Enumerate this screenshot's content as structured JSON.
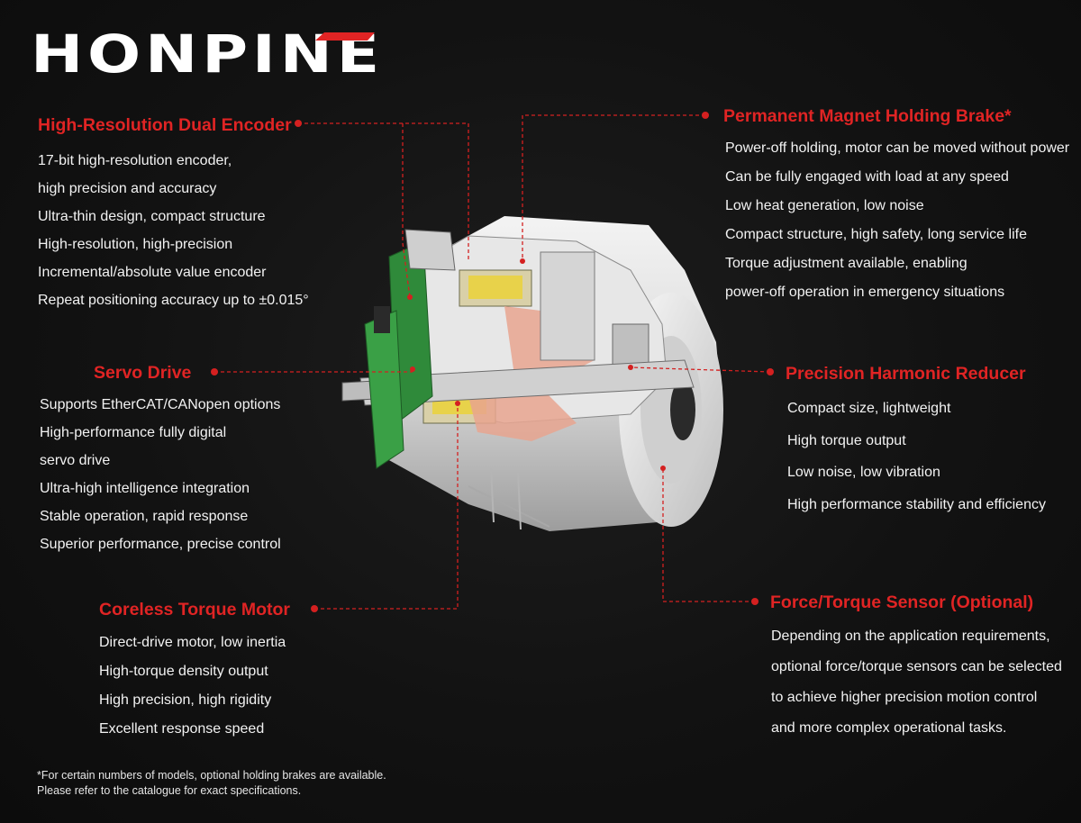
{
  "brand": {
    "name": "HONPINE",
    "accent_color": "#e02424"
  },
  "sections": {
    "encoder": {
      "title": "High-Resolution Dual Encoder",
      "items": [
        "17-bit high-resolution encoder,",
        "high precision and accuracy",
        "Ultra-thin design, compact structure",
        "High-resolution, high-precision",
        "Incremental/absolute value encoder",
        "Repeat positioning accuracy up to ±0.015°"
      ]
    },
    "servo": {
      "title": "Servo Drive",
      "items": [
        "Supports EtherCAT/CANopen options",
        "High-performance fully digital",
        "servo drive",
        "Ultra-high intelligence integration",
        "Stable operation, rapid response",
        "Superior performance, precise control"
      ]
    },
    "motor": {
      "title": "Coreless Torque Motor",
      "items": [
        "Direct-drive motor, low inertia",
        "High-torque density output",
        "High precision, high rigidity",
        "Excellent response speed"
      ]
    },
    "brake": {
      "title": "Permanent Magnet Holding Brake*",
      "items": [
        "Power-off holding, motor can be moved without power",
        "Can be fully engaged with load at any speed",
        "Low heat generation, low noise",
        "Compact structure, high safety, long service life",
        "Torque adjustment available, enabling",
        "power-off operation in emergency situations"
      ]
    },
    "reducer": {
      "title": "Precision Harmonic Reducer",
      "items": [
        "Compact size, lightweight",
        "High torque output",
        "Low noise, low vibration",
        "High performance stability and efficiency"
      ]
    },
    "sensor": {
      "title": "Force/Torque Sensor (Optional)",
      "items": [
        "Depending on the application requirements,",
        "optional force/torque sensors can be selected",
        "to achieve higher precision motion control",
        "and more complex operational tasks."
      ]
    }
  },
  "footnote": {
    "line1": "*For certain numbers of models, optional holding brakes are available.",
    "line2": "Please refer to the catalogue for exact specifications."
  }
}
